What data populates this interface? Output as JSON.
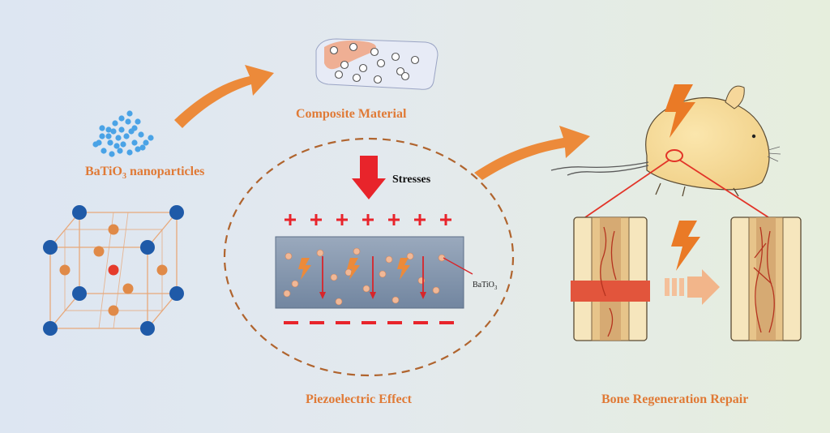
{
  "labels": {
    "nanoparticles": "BaTiO",
    "nanoparticles_sub": "3",
    "nanoparticles_rest": " nanoparticles",
    "composite": "Composite Material",
    "stresses": "Stresses",
    "batio_small": "BaTiO",
    "batio_small_sub": "3",
    "piezo": "Piezoelectric Effect",
    "bone": "Bone Regeneration Repair"
  },
  "colors": {
    "accent_orange": "#e07a36",
    "arrow_orange": "#ec8a3a",
    "ba_blue": "#1f5aa8",
    "o_orange": "#e08a48",
    "ti_red": "#e53b2c",
    "charge_red": "#e8242b",
    "slab": "#8496ad",
    "bone_tan": "#f3dfb2"
  },
  "charges": {
    "top": [
      "+",
      "+",
      "+",
      "+",
      "+",
      "+",
      "+"
    ]
  },
  "icons": [
    "right-arrow-icon",
    "lightning-icon",
    "down-arrow-icon"
  ]
}
